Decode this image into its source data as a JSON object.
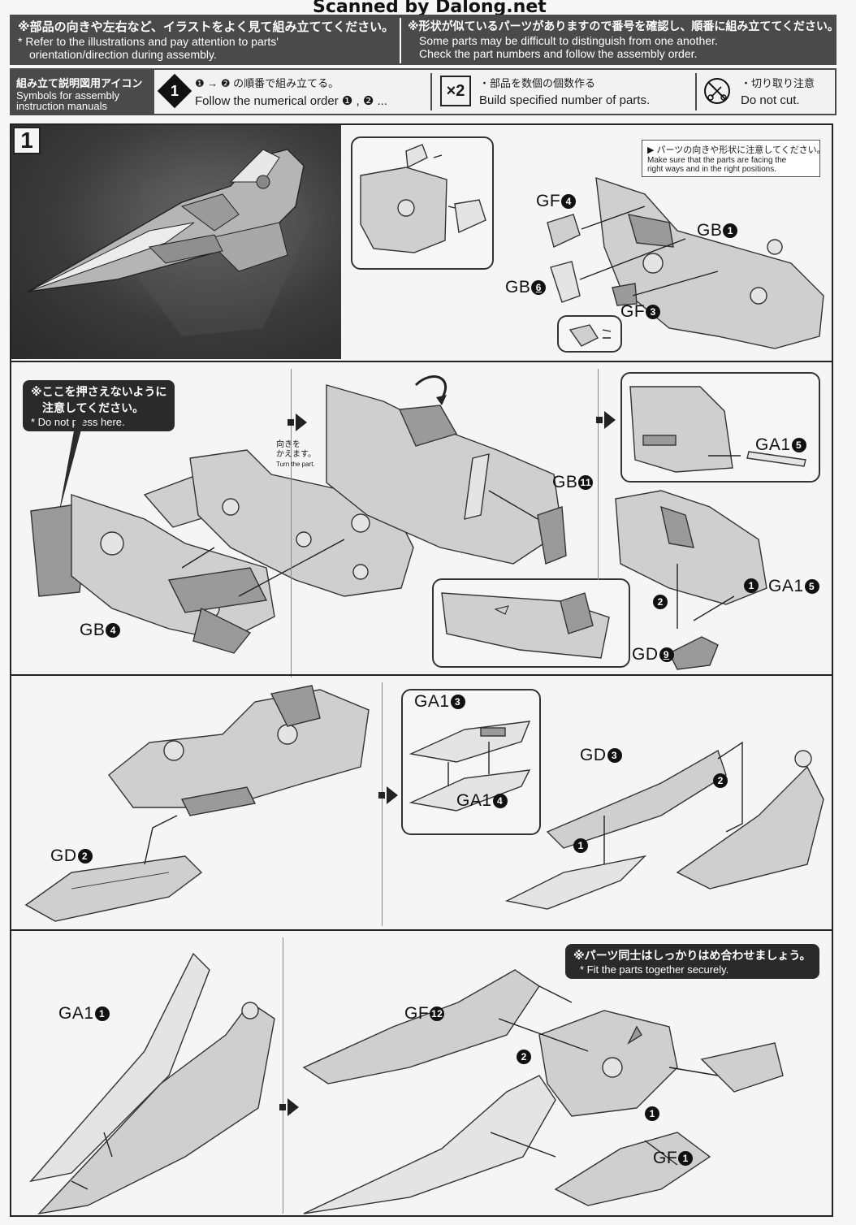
{
  "watermark": "Scanned by Dalong.net",
  "header": {
    "notice_left_jp": "※部品の向きや左右など、イラストをよく見て組み立ててください。",
    "notice_left_en_1": "* Refer to the illustrations and pay attention to parts'",
    "notice_left_en_2": "orientation/direction during assembly.",
    "notice_right_jp": "※形状が似ているパーツがありますので番号を確認し、順番に組み立ててください。",
    "notice_right_en_1": "Some parts may be difficult to distinguish from one another.",
    "notice_right_en_2": "Check the part numbers and follow the assembly order."
  },
  "symbols": {
    "label_jp": "組み立て説明図用アイコン",
    "label_en_1": "Symbols for assembly",
    "label_en_2": "instruction manuals",
    "order_icon": "1",
    "order_jp": "❶ → ❷ の順番で組み立てる。",
    "order_en": "Follow the numerical order ❶ , ❷ ...",
    "multiply_icon": "×2",
    "multiply_jp": "・部品を数個の個数作る",
    "multiply_en": "Build specified number of parts.",
    "nocut_icon_name": "no-cut-icon",
    "nocut_jp": "・切り取り注意",
    "nocut_en": "Do not cut."
  },
  "step": {
    "number": "1",
    "orientation_note_jp": "パーツの向きや形状に注意してください。",
    "orientation_note_en_1": "Make sure that the parts are facing the",
    "orientation_note_en_2": "right ways and in the right positions.",
    "press_callout_jp_1": "※ここを押さえないように",
    "press_callout_jp_2": "注意してください。",
    "press_callout_en": "* Do not press here.",
    "turn_jp_1": "向きを",
    "turn_jp_2": "かえます。",
    "turn_en": "Turn the part.",
    "fit_callout_jp": "※パーツ同士はしっかりはめ合わせましょう。",
    "fit_callout_en": "* Fit the parts together securely."
  },
  "part_labels": {
    "gf4": {
      "code": "GF",
      "num": "4"
    },
    "gb1": {
      "code": "GB",
      "num": "1"
    },
    "gb6": {
      "code": "GB",
      "num": "6"
    },
    "gf3": {
      "code": "GF",
      "num": "3"
    },
    "gb4": {
      "code": "GB",
      "num": "4"
    },
    "gb11": {
      "code": "GB",
      "num": "11"
    },
    "ga15_a": {
      "code": "GA1",
      "num": "5"
    },
    "ga15_b": {
      "code": "GA1",
      "num": "5"
    },
    "gd9": {
      "code": "GD",
      "num": "9"
    },
    "gd2": {
      "code": "GD",
      "num": "2"
    },
    "ga13": {
      "code": "GA1",
      "num": "3"
    },
    "ga14": {
      "code": "GA1",
      "num": "4"
    },
    "gd3": {
      "code": "GD",
      "num": "3"
    },
    "ga11": {
      "code": "GA1",
      "num": "1"
    },
    "gf12": {
      "code": "GF",
      "num": "12"
    },
    "gf1": {
      "code": "GF",
      "num": "1"
    }
  },
  "order_badges": [
    "1",
    "2"
  ],
  "colors": {
    "dark_bar": "#4a4a4a",
    "part_fill": "#cfcfcf",
    "panel_dark": "#3a3a3a"
  }
}
